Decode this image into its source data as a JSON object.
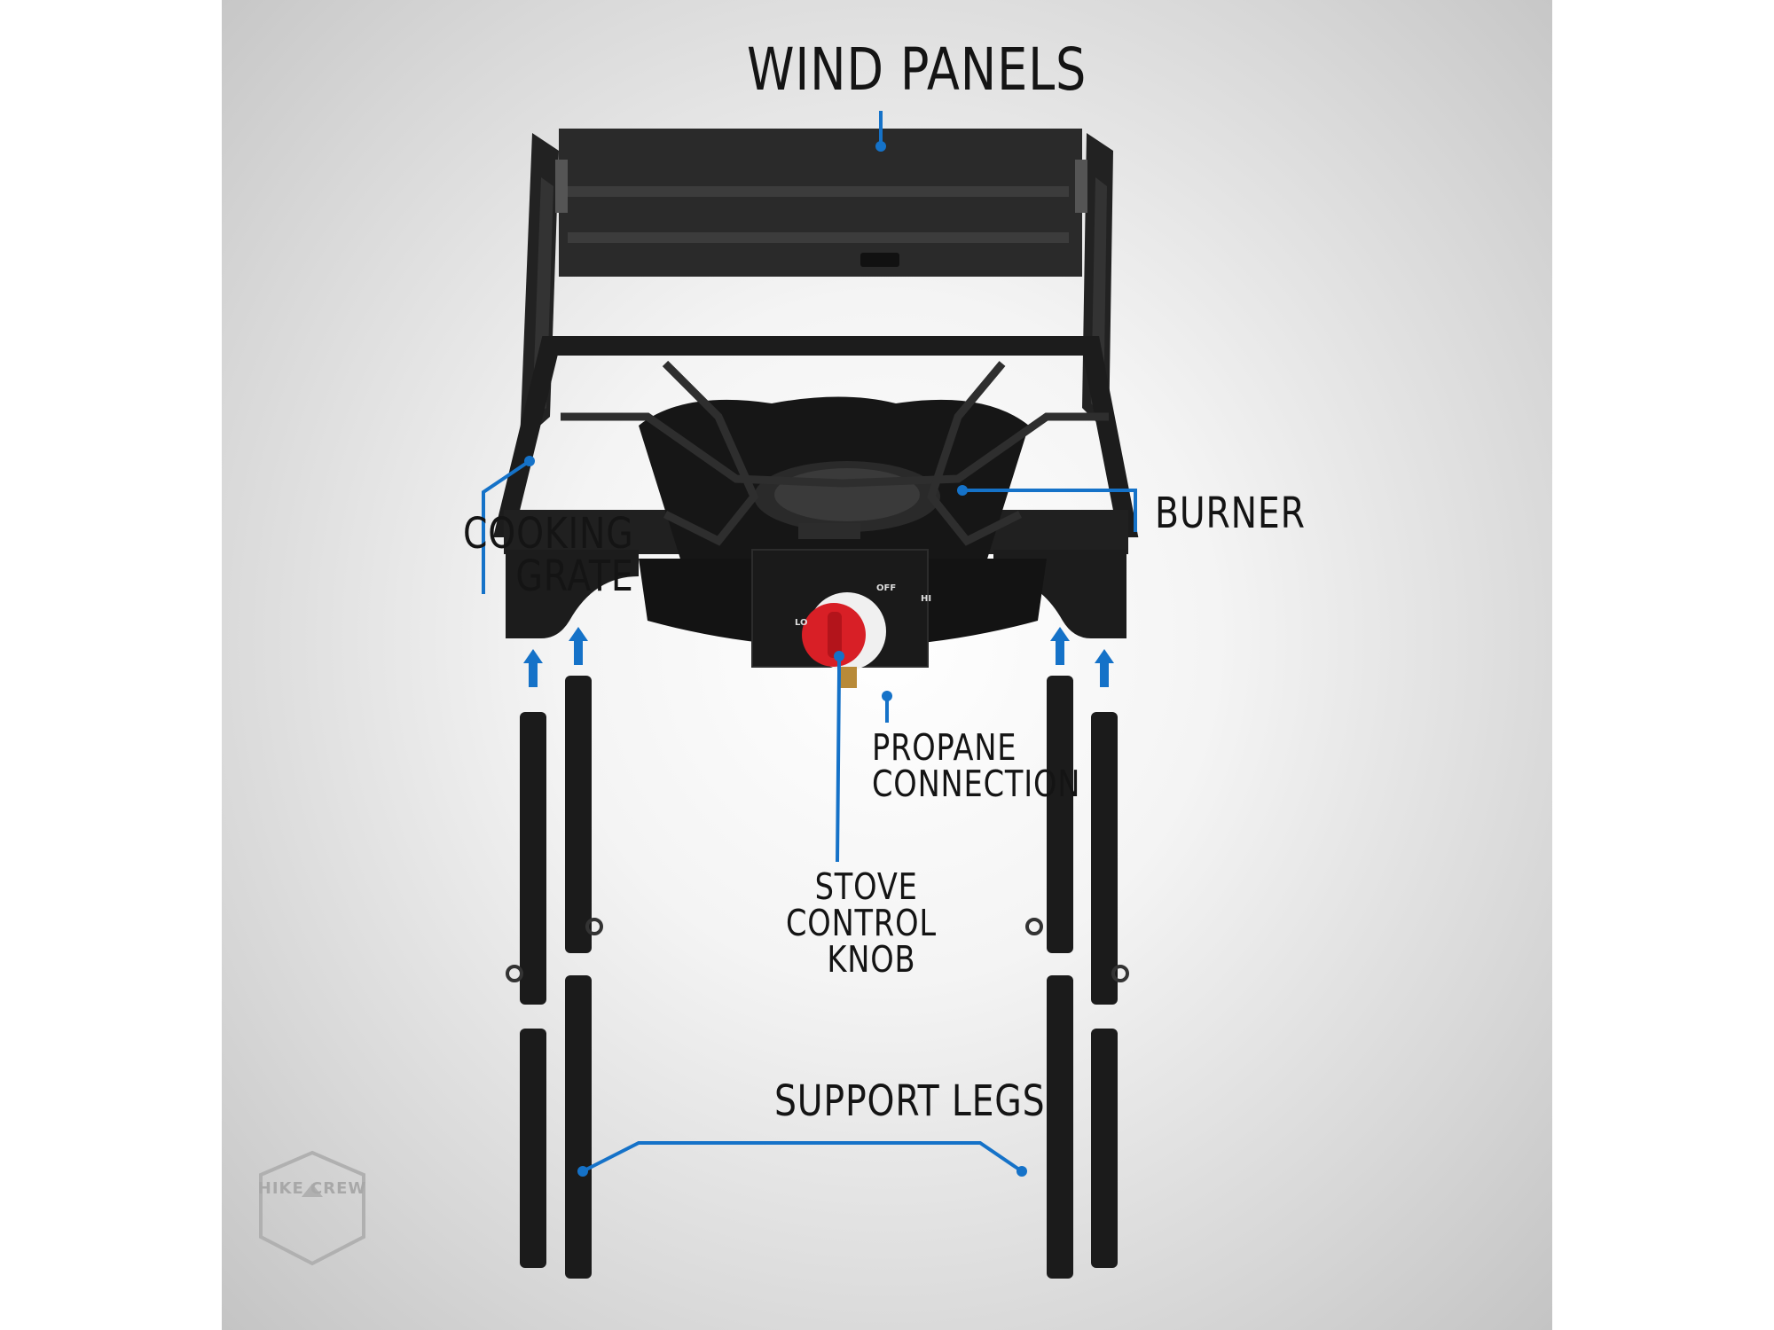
{
  "title": "WIND PANELS",
  "labels": {
    "cooking_grate": [
      "COOKING",
      "GRATE"
    ],
    "burner": "BURNER",
    "propane": [
      "PROPANE",
      "CONNECTION"
    ],
    "knob": [
      "STOVE",
      "CONTROL",
      "KNOB"
    ],
    "legs": "SUPPORT LEGS"
  },
  "knob_marks": {
    "off": "OFF",
    "hi": "HI",
    "lo": "LO"
  },
  "logo": "HIKE CREW",
  "colors": {
    "accent": "#1572c8",
    "knob": "#d81f26",
    "metal": "#1c1c1c"
  }
}
